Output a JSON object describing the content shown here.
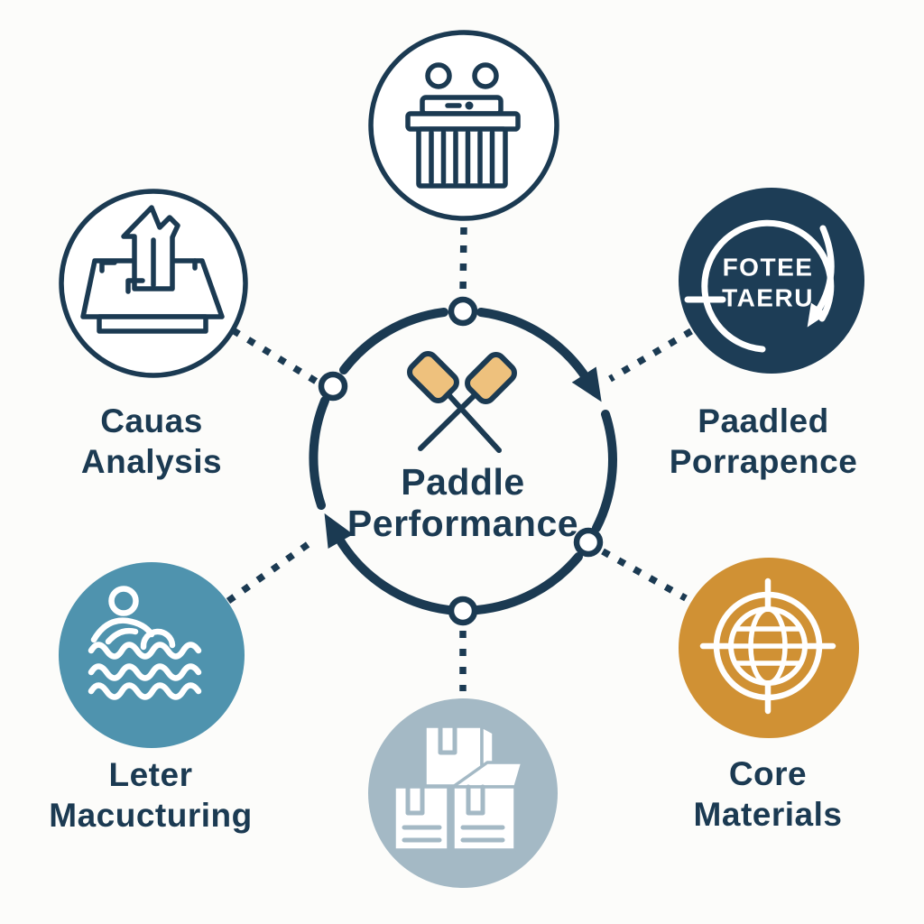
{
  "title": {
    "line1": "Paddle",
    "line2": "Performance"
  },
  "center_icon": "crossed-paddles-icon",
  "nodes": {
    "top": {
      "icon": "shredder-basket-icon",
      "style": "outline"
    },
    "top_left": {
      "icon": "drafting-table-arrow-icon",
      "style": "outline",
      "label_line1": "Cauas",
      "label_line2": "Analysis"
    },
    "top_right": {
      "icon": "refresh-cycle-arrow-icon",
      "style": "filled-navy",
      "badge_line1": "FOTEE",
      "badge_line2": "TAERU",
      "label_line1": "Paadled",
      "label_line2": "Porrapence"
    },
    "bottom_left": {
      "icon": "swimmer-waves-icon",
      "style": "filled-teal",
      "label_line1": "Leter",
      "label_line2": "Macucturing"
    },
    "bottom": {
      "icon": "stacked-boxes-icon",
      "style": "filled-gray"
    },
    "bottom_right": {
      "icon": "globe-crosshair-icon",
      "style": "filled-orange",
      "label_line1": "Core",
      "label_line2": "Materials"
    }
  },
  "colors": {
    "navy": "#1B3A52",
    "navy_fill": "#1D3D56",
    "teal": "#4F93AE",
    "orange": "#D09134",
    "gray_blue": "#A4B9C5",
    "tan": "#EEC17D",
    "white": "#FFFFFF",
    "background": "#FCFCFA"
  }
}
